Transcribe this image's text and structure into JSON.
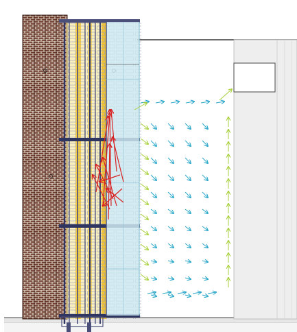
{
  "colors": {
    "brick": "#6b3b2c",
    "brick_joint": "#e7d9cf",
    "frame": "#4a4f7a",
    "frame_dark": "#2f3561",
    "yellow": "#f2c431",
    "yellow_fill": "#f6e38a",
    "glass": "#cde8f0",
    "glass_edge": "#8fc3d6",
    "wall_grey": "#eaeaea",
    "wall_line": "#b8b8b8",
    "ground": "#d9d9d9",
    "arrow_cyan": "#2aa7c9",
    "arrow_green": "#a7cf3a",
    "arrow_red": "#d82222",
    "outline": "#222222"
  },
  "diagram": {
    "description_glyphs": [],
    "elements": [
      "brick-wall",
      "facade-frame",
      "cavity-glazing",
      "airflow-field",
      "adjacent-building",
      "ground-line"
    ]
  }
}
